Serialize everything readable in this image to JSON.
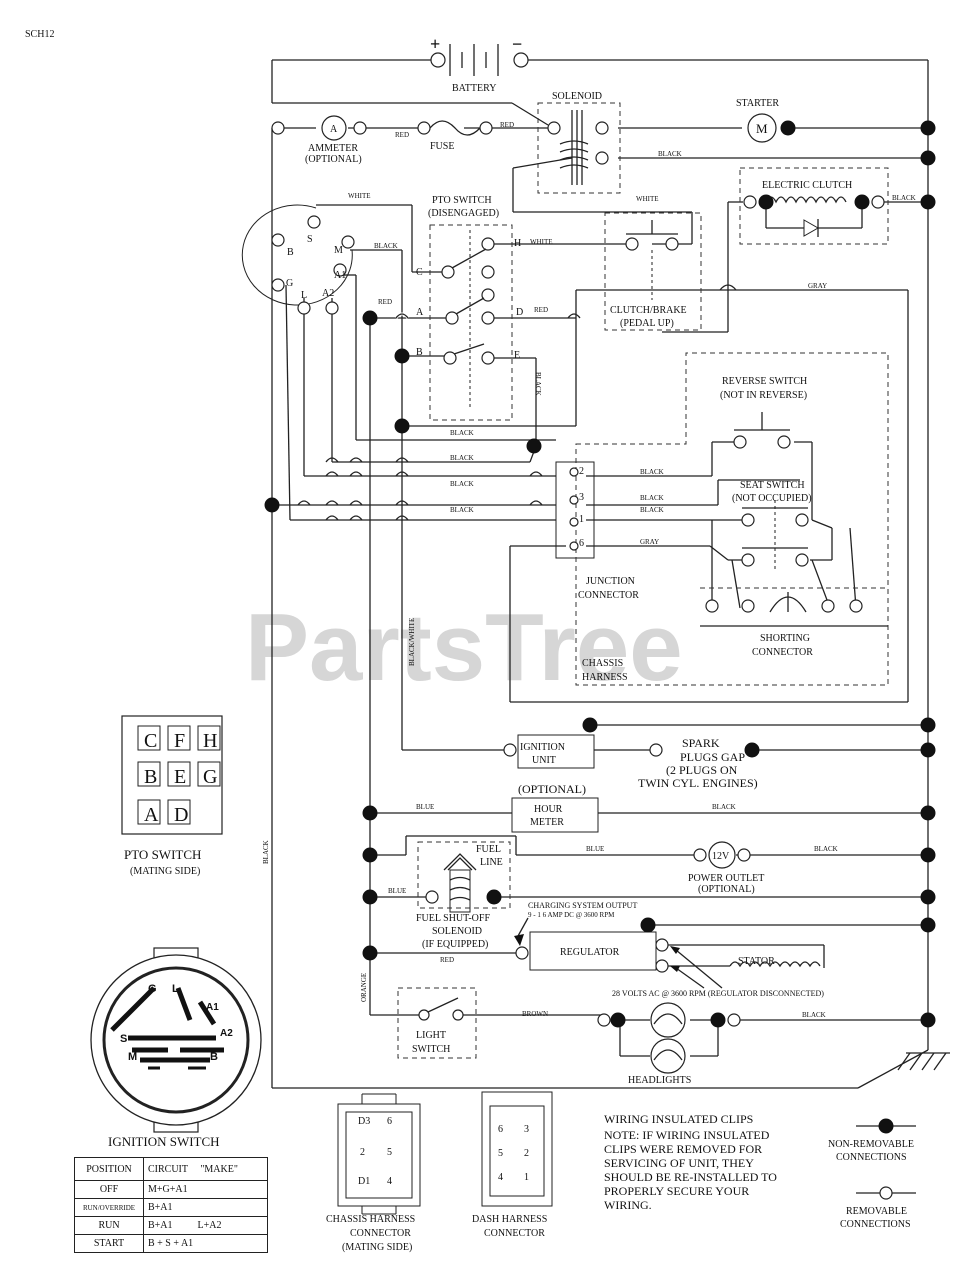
{
  "page_code": "SCH12",
  "watermark": "PartsTree",
  "battery": {
    "label": "BATTERY",
    "plus": "+",
    "minus": "−"
  },
  "solenoid": {
    "label": "SOLENOID"
  },
  "starter": {
    "label": "STARTER",
    "symbol": "M"
  },
  "ammeter": {
    "label": "AMMETER",
    "sub": "(OPTIONAL)",
    "symbol": "A"
  },
  "fuse": {
    "label": "FUSE"
  },
  "electric_clutch": {
    "label": "ELECTRIC CLUTCH"
  },
  "pto_switch": {
    "label": "PTO SWITCH",
    "sub": "(DISENGAGED)",
    "terminals": [
      "C",
      "H",
      "A",
      "D",
      "B",
      "E"
    ]
  },
  "clutch_brake": {
    "label": "CLUTCH/BRAKE",
    "sub": "(PEDAL UP)"
  },
  "ignition_terminals": [
    "S",
    "B",
    "M",
    "A1",
    "G",
    "L",
    "A2"
  ],
  "reverse_switch": {
    "label": "REVERSE SWITCH",
    "sub": "(NOT IN REVERSE)"
  },
  "seat_switch": {
    "label": "SEAT SWITCH",
    "sub": "(NOT OCCUPIED)"
  },
  "junction_connector": {
    "label1": "JUNCTION",
    "label2": "CONNECTOR",
    "pins": [
      "2",
      "3",
      "1",
      "6"
    ]
  },
  "shorting_connector": {
    "label1": "SHORTING",
    "label2": "CONNECTOR"
  },
  "chassis_harness": {
    "label1": "CHASSIS",
    "label2": "HARNESS"
  },
  "ignition_unit": {
    "label1": "IGNITION",
    "label2": "UNIT"
  },
  "spark_plugs": {
    "line1": "SPARK",
    "line2": "PLUGS GAP",
    "line3": "(2 PLUGS ON",
    "line4": "TWIN CYL. ENGINES)"
  },
  "hour_meter": {
    "optional": "(OPTIONAL)",
    "line1": "HOUR",
    "line2": "METER"
  },
  "power_outlet": {
    "symbol": "12V",
    "label": "POWER OUTLET",
    "sub": "(OPTIONAL)"
  },
  "fuel_line": {
    "line1": "FUEL",
    "line2": "LINE"
  },
  "fuel_solenoid": {
    "line1": "FUEL SHUT-OFF",
    "line2": "SOLENOID",
    "line3": "(IF EQUIPPED)"
  },
  "charging": {
    "line1": "CHARGING SYSTEM OUTPUT",
    "line2": "9 - 1 6 AMP DC @ 3600 RPM"
  },
  "regulator": {
    "label": "REGULATOR"
  },
  "stator": {
    "label": "STATOR"
  },
  "ac_note": "28 VOLTS AC @ 3600 RPM (REGULATOR DISCONNECTED)",
  "light_switch": {
    "line1": "LIGHT",
    "line2": "SWITCH"
  },
  "headlights": {
    "label": "HEADLIGHTS"
  },
  "wires": {
    "red": "RED",
    "black": "BLACK",
    "white": "WHITE",
    "gray": "GRAY",
    "blue": "BLUE",
    "orange": "ORANGE",
    "brown": "BROWN",
    "black_white": "BLACK/WHITE"
  },
  "pto_mating": {
    "pins": [
      "C",
      "F",
      "H",
      "B",
      "E",
      "G",
      "A",
      "D"
    ],
    "label": "PTO SWITCH",
    "sub": "(MATING SIDE)"
  },
  "ignition_switch": {
    "label": "IGNITION SWITCH",
    "terminals": [
      "G",
      "L",
      "A1",
      "S",
      "A2",
      "M",
      "B"
    ],
    "headers": [
      "POSITION",
      "CIRCUIT",
      "\"MAKE\""
    ],
    "rows": [
      {
        "position": "OFF",
        "circuit": "M+G+A1"
      },
      {
        "position": "RUN/OVERRIDE",
        "circuit": "B+A1"
      },
      {
        "position": "RUN",
        "circuit": "B+A1          L+A2"
      },
      {
        "position": "START",
        "circuit": "B + S + A1"
      }
    ]
  },
  "chassis_connector": {
    "line1": "CHASSIS HARNESS",
    "line2": "CONNECTOR",
    "line3": "(MATING SIDE)",
    "pins": [
      "D3",
      "6",
      "2",
      "5",
      "D1",
      "4"
    ]
  },
  "dash_connector": {
    "line1": "DASH HARNESS",
    "line2": "CONNECTOR",
    "pins": [
      "6",
      "3",
      "5",
      "2",
      "4",
      "1"
    ]
  },
  "note": {
    "title": "WIRING INSULATED CLIPS",
    "lines": [
      "NOTE: IF WIRING INSULATED",
      "CLIPS WERE REMOVED FOR",
      "SERVICING OF UNIT, THEY",
      "SHOULD BE RE-INSTALLED TO",
      "PROPERLY SECURE YOUR",
      "WIRING."
    ]
  },
  "legend": {
    "nonremovable1": "NON-REMOVABLE",
    "nonremovable2": "CONNECTIONS",
    "removable1": "REMOVABLE",
    "removable2": "CONNECTIONS"
  }
}
